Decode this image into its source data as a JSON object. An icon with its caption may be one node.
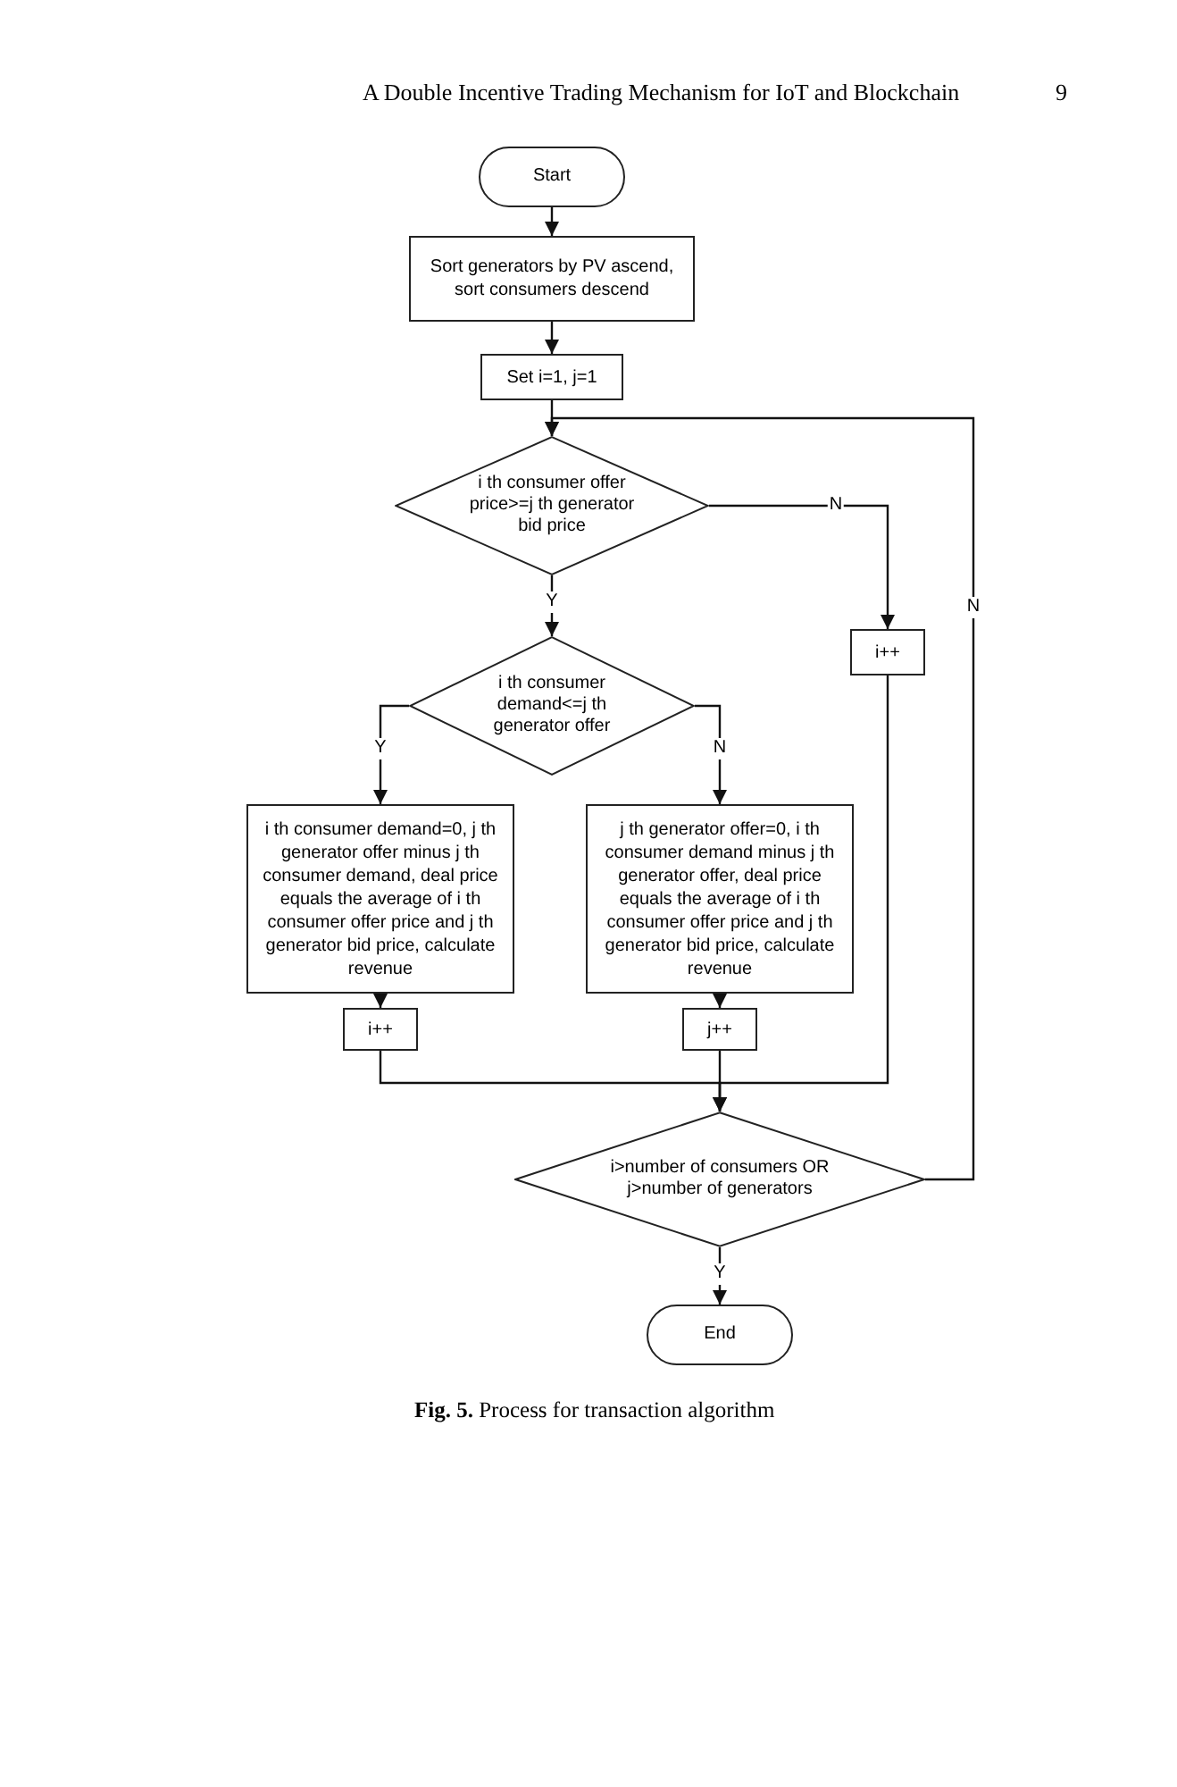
{
  "diagram": {
    "caption": "**Fig. 5.** Process for transaction algorithm",
    "nodes": [
      {
        "text": [
          "Start"
        ]
      },
      {
        "text": [
          "Sort generators by PV ascend, sort consumers descend"
        ]
      },
      {
        "text": [
          "Set i=1, j=1"
        ]
      },
      {
        "text": [
          "i th consumer offer price>=j th generator bid price"
        ]
      },
      {
        "text": [
          "i th consumer demand<=j th generator offer"
        ]
      },
      {
        "text": [
          "i++"
        ]
      },
      {
        "text": [
          "i th consumer demand=0, j th generator offer minus j th consumer demand, deal price equals the average of i th consumer offer price and j th generator bid price, calculate revenue"
        ]
      },
      {
        "text": [
          "j th generator offer=0, i th consumer demand minus j th generator offer, deal price equals the average of i th consumer offer price and j th generator bid price, calculate revenue"
        ]
      },
      {
        "text": [
          "i++"
        ]
      },
      {
        "text": [
          "j++"
        ]
      },
      {
        "text": [
          "i>number of consumers OR j>number of generators"
        ]
      },
      {
        "text": [
          "End"
        ]
      }
    ],
    "edges": [
      {
        "from": 0,
        "to": 1,
        "arrow": "to"
      },
      {
        "from": 1,
        "to": 2,
        "arrow": "to"
      },
      {
        "from": 2,
        "to": 3,
        "arrow": "to"
      },
      {
        "from": 3,
        "to": 4,
        "arrow": "to",
        "label": "Y"
      },
      {
        "from": 3,
        "to": 5,
        "arrow": "to",
        "label": "N"
      },
      {
        "from": 4,
        "to": 6,
        "arrow": "to",
        "label": "Y"
      },
      {
        "from": 4,
        "to": 7,
        "arrow": "to",
        "label": "N"
      },
      {
        "from": 6,
        "to": 8,
        "arrow": "to"
      },
      {
        "from": 7,
        "to": 9,
        "arrow": "to"
      },
      {
        "from": 8,
        "to": 10,
        "arrow": "to"
      },
      {
        "from": 9,
        "to": 10,
        "arrow": "to"
      },
      {
        "from": 5,
        "to": 10,
        "arrow": "to"
      },
      {
        "from": 10,
        "to": 3,
        "arrow": "to",
        "label": "N"
      },
      {
        "from": 10,
        "to": 11,
        "arrow": "to",
        "label": "Y"
      }
    ],
    "labels": [
      "A Double Incentive Trading Mechanism for IoT and Blockchain",
      "9"
    ]
  }
}
